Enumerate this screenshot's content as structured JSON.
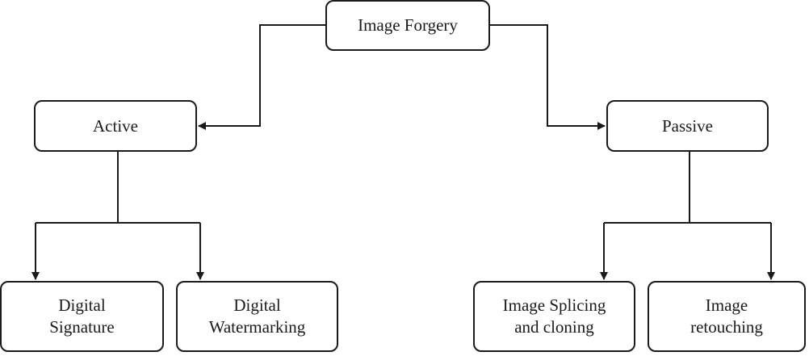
{
  "diagram": {
    "root": {
      "label": "Image Forgery"
    },
    "categories": [
      {
        "id": "active",
        "label": "Active",
        "children": [
          {
            "id": "digital-signature",
            "lines": [
              "Digital",
              "Signature"
            ]
          },
          {
            "id": "digital-watermarking",
            "lines": [
              "Digital",
              "Watermarking"
            ]
          }
        ]
      },
      {
        "id": "passive",
        "label": "Passive",
        "children": [
          {
            "id": "image-splicing",
            "lines": [
              "Image Splicing",
              "and cloning"
            ]
          },
          {
            "id": "image-retouching",
            "lines": [
              "Image",
              "retouching"
            ]
          }
        ]
      }
    ],
    "colors": {
      "stroke": "#1a1a1a",
      "background": "#ffffff"
    }
  }
}
